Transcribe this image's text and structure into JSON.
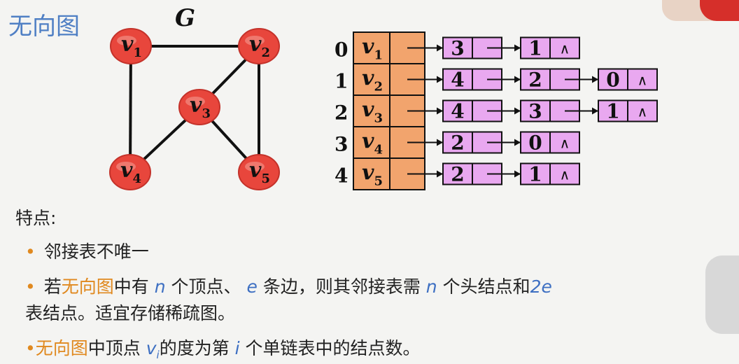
{
  "title": "无向图",
  "graph_label": "G",
  "nodes": [
    {
      "name": "v",
      "sub": "1"
    },
    {
      "name": "v",
      "sub": "2"
    },
    {
      "name": "v",
      "sub": "3"
    },
    {
      "name": "v",
      "sub": "4"
    },
    {
      "name": "v",
      "sub": "5"
    }
  ],
  "edges": [
    [
      "1",
      "2"
    ],
    [
      "1",
      "4"
    ],
    [
      "2",
      "3"
    ],
    [
      "2",
      "5"
    ],
    [
      "3",
      "4"
    ],
    [
      "3",
      "5"
    ]
  ],
  "adjacency": {
    "rows": [
      {
        "index": "0",
        "vertex": "v",
        "sub": "1",
        "links": [
          "3",
          "1"
        ]
      },
      {
        "index": "1",
        "vertex": "v",
        "sub": "2",
        "links": [
          "4",
          "2",
          "0"
        ]
      },
      {
        "index": "2",
        "vertex": "v",
        "sub": "3",
        "links": [
          "4",
          "3",
          "1"
        ]
      },
      {
        "index": "3",
        "vertex": "v",
        "sub": "4",
        "links": [
          "2",
          "0"
        ]
      },
      {
        "index": "4",
        "vertex": "v",
        "sub": "5",
        "links": [
          "2",
          "1"
        ]
      }
    ],
    "null_symbol": "∧"
  },
  "features_title": "特点:",
  "bullet1": "邻接表不唯一",
  "bullet2": {
    "p1": "若",
    "p2": "无向图",
    "p3": "中有 ",
    "p4": "n",
    "p5": " 个顶点、 ",
    "p6": "e",
    "p7": " 条边，则其邻接表需 ",
    "p8": "n",
    "p9": " 个头结点和",
    "p10": "2e",
    "line2": "表结点。适宜存储稀疏图。"
  },
  "bullet3": {
    "p1": "无向图",
    "p2": "中顶点 ",
    "p3": "v",
    "p3sub": "i",
    "p4": "的度为第 ",
    "p5": "i",
    "p6": " 个单链表中的结点数。"
  },
  "colors": {
    "node": "#e8463c",
    "head_cell": "#f2a46d",
    "list_cell": "#e9a8f0",
    "title": "#4f7fc4",
    "accent": "#e0891f",
    "italic_blue": "#3d6fc2"
  }
}
